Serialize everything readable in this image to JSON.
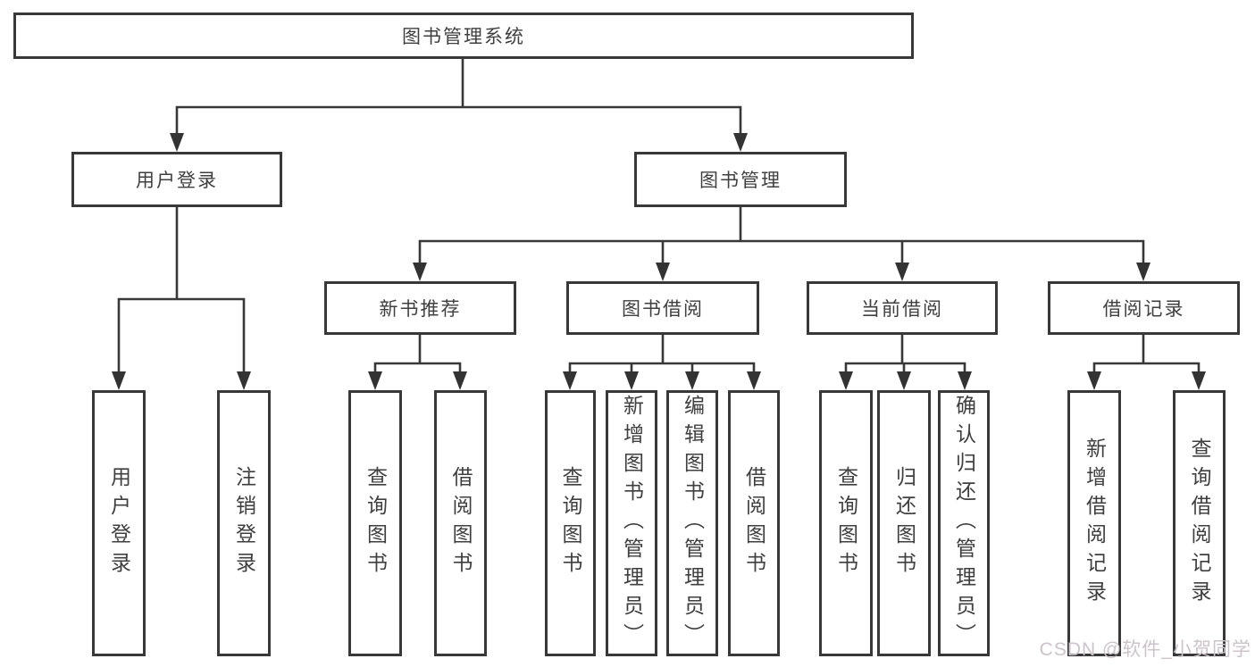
{
  "diagram": {
    "root": {
      "label": "图书管理系统"
    },
    "user_login": {
      "label": "用户登录",
      "children": [
        "用户登录",
        "注销登录"
      ]
    },
    "book_mgmt": {
      "label": "图书管理",
      "modules": {
        "new_book": {
          "label": "新书推荐",
          "children": [
            "查询图书",
            "借阅图书"
          ]
        },
        "borrow": {
          "label": "图书借阅",
          "children": [
            "查询图书",
            "新增图书（管理员）",
            "编辑图书（管理员）",
            "借阅图书"
          ]
        },
        "current": {
          "label": "当前借阅",
          "children": [
            "查询图书",
            "归还图书",
            "确认归还（管理员）"
          ]
        },
        "records": {
          "label": "借阅记录",
          "children": [
            "新增借阅记录",
            "查询借阅记录"
          ]
        }
      }
    }
  },
  "watermark": {
    "text": "CSDN @软件_小贺同学"
  },
  "colors": {
    "line": "#383838",
    "arrow": "#333333",
    "text": "#3f3f3f",
    "watermark": "#ccc3cb",
    "background": "#ffffff"
  }
}
